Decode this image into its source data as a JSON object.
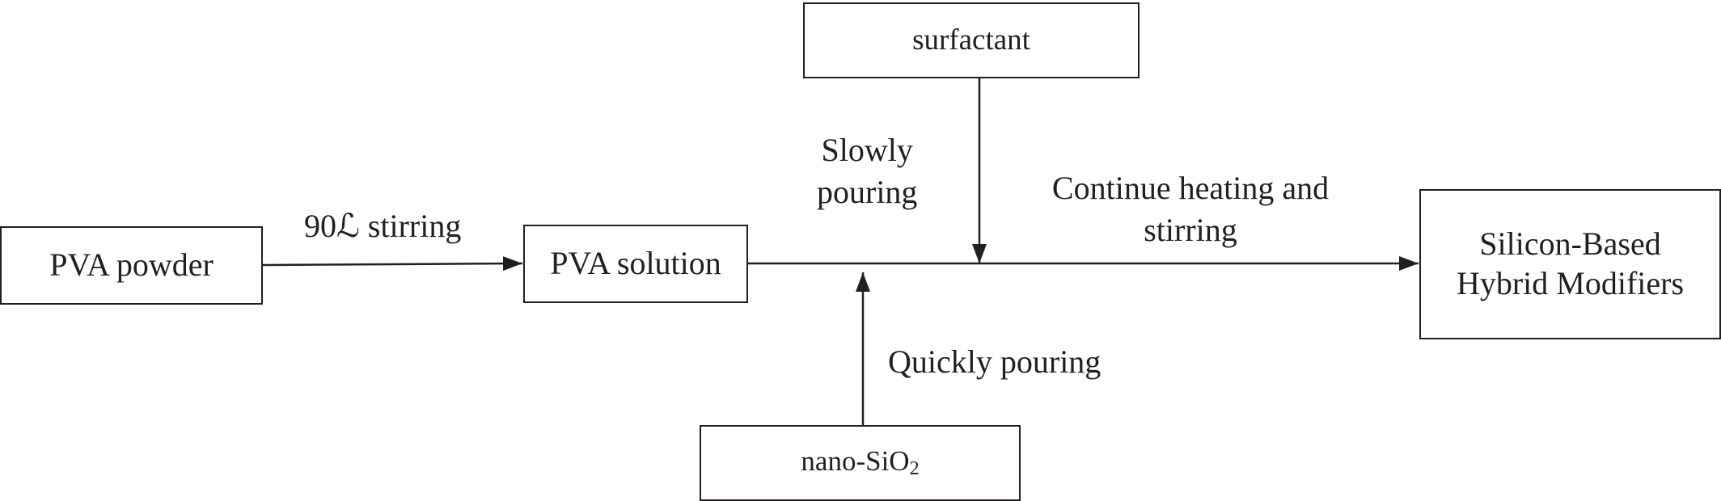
{
  "nodes": {
    "pva_powder": "PVA powder",
    "pva_solution": "PVA solution",
    "surfactant": "surfactant",
    "nano_sio2": {
      "base": "nano-SiO",
      "subscript": "2"
    },
    "hybrid_modifiers": {
      "line1": "Silicon-Based",
      "line2": "Hybrid Modifiers"
    }
  },
  "edges": {
    "powder_to_solution": "90ℒ stirring",
    "surfactant_pour": {
      "line1": "Slowly",
      "line2": "pouring"
    },
    "nano_pour": "Quickly pouring",
    "to_modifiers": {
      "line1": "Continue heating and",
      "line2": "stirring"
    }
  },
  "colors": {
    "stroke": "#231f20",
    "background": "#ffffff"
  }
}
